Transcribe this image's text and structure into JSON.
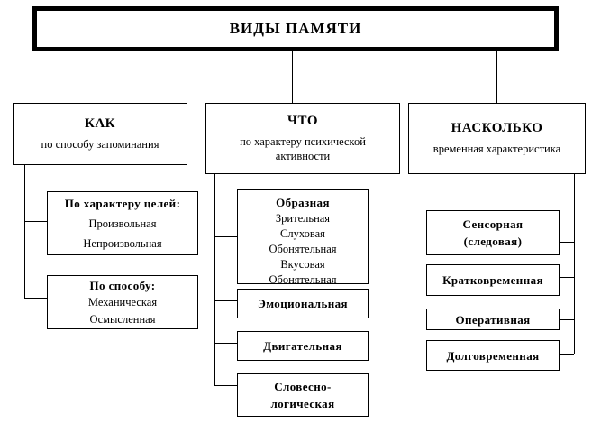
{
  "diagram": {
    "title": "ВИДЫ ПАМЯТИ",
    "colors": {
      "line": "#000000",
      "background": "#ffffff",
      "text": "#000000"
    },
    "columns": {
      "how": {
        "header": "КАК",
        "subheader": "по способу запоминания",
        "children": [
          {
            "title": "По характеру целей:",
            "items": [
              "Произвольная",
              "Непроизвольная"
            ]
          },
          {
            "title": "По способу:",
            "items": [
              "Механическая",
              "Осмысленная"
            ]
          }
        ]
      },
      "what": {
        "header": "ЧТО",
        "subheader": "по характеру психической активности",
        "children": [
          {
            "title": "Образная",
            "items": [
              "Зрительная",
              "Слуховая",
              "Обонятельная",
              "Вкусовая",
              "Обонятельная"
            ]
          },
          {
            "title": "Эмоциональная"
          },
          {
            "title": "Двигательная"
          },
          {
            "title_line1": "Словесно-",
            "title_line2": "логическая"
          }
        ]
      },
      "how_long": {
        "header": "НАСКОЛЬКО",
        "subheader": "временная характеристика",
        "children": [
          {
            "title_line1": "Сенсорная",
            "title_line2": "(следовая)"
          },
          {
            "title": "Кратковременная"
          },
          {
            "title": "Оперативная"
          },
          {
            "title": "Долговременная"
          }
        ]
      }
    }
  }
}
